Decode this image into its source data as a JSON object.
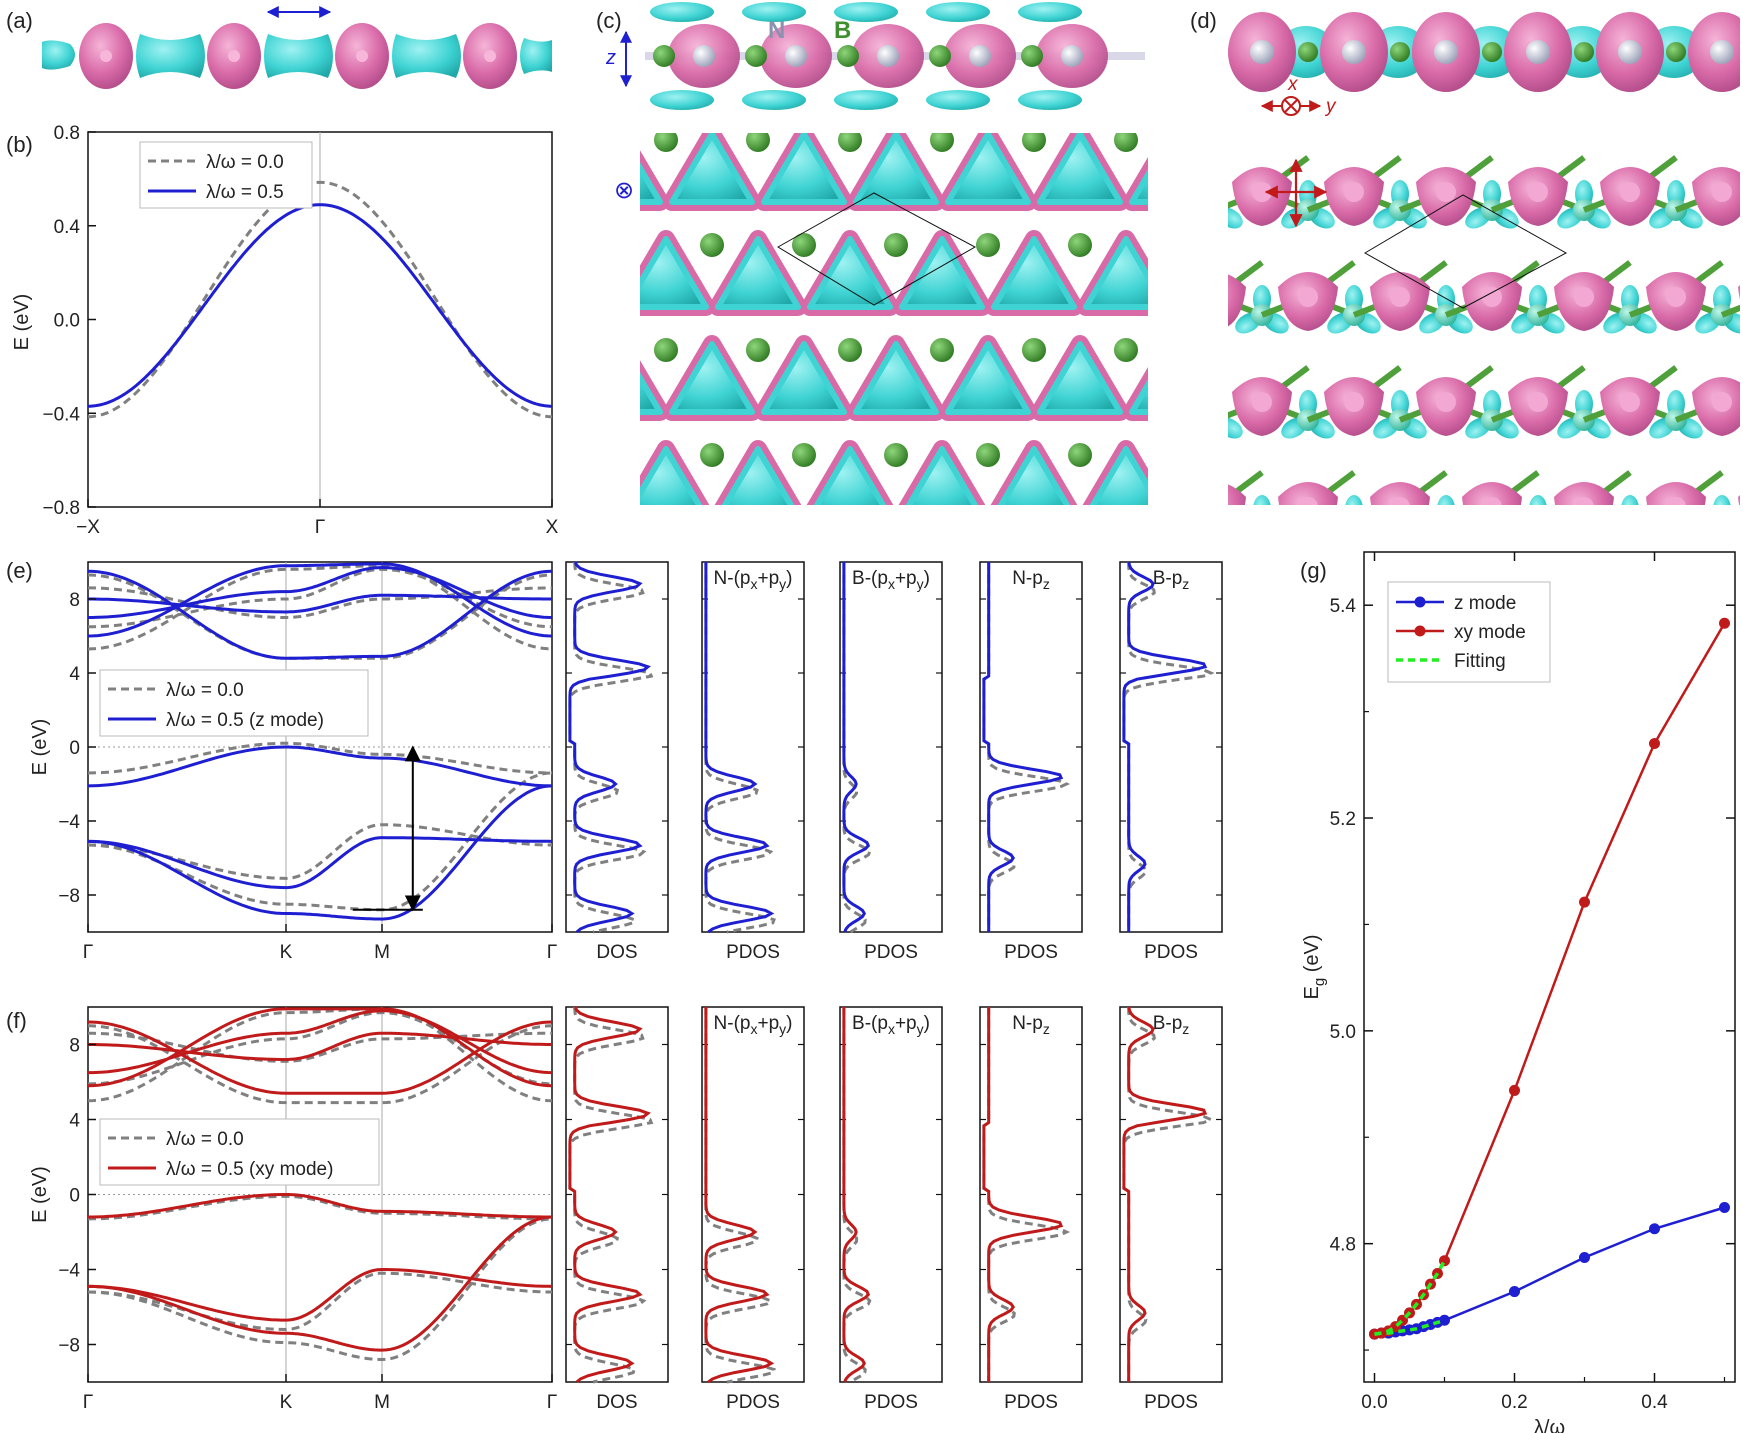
{
  "panels": {
    "a": {
      "label": "(a)"
    },
    "b": {
      "label": "(b)"
    },
    "c": {
      "label": "(c)",
      "atom_n": "N",
      "atom_b": "B",
      "axis_z": "z",
      "into_page": "⊗"
    },
    "d": {
      "label": "(d)",
      "axis_x": "x",
      "axis_y": "y"
    },
    "e": {
      "label": "(e)"
    },
    "f": {
      "label": "(f)"
    },
    "g": {
      "label": "(g)"
    }
  },
  "colors": {
    "blue": "#1f1fd2",
    "red": "#c01a1a",
    "gray": "#808080",
    "green": "#22ee22",
    "pink": "#d96aa8",
    "cyan": "#3fd3d3",
    "bgreen": "#3f8f2f"
  },
  "chart_data": [
    {
      "id": "b",
      "type": "line",
      "xlabel": "",
      "ylabel": "E (eV)",
      "xticks": [
        "−X",
        "Γ",
        "X"
      ],
      "yticks": [
        "0.8",
        "0.4",
        "0.0",
        "−0.4",
        "−0.8"
      ],
      "ylim": [
        -0.8,
        0.8
      ],
      "legend": [
        "λ/ω = 0.0",
        "λ/ω = 0.5"
      ],
      "series": [
        {
          "name": "λ/ω = 0.0",
          "style": "dashed",
          "color": "gray",
          "amplitude": 0.5,
          "offset": 0.085
        },
        {
          "name": "λ/ω = 0.5",
          "style": "solid",
          "color": "blue",
          "amplitude": 0.43,
          "offset": 0.06
        }
      ]
    },
    {
      "id": "e",
      "type": "line",
      "xticks": [
        "Γ",
        "K",
        "M",
        "Γ"
      ],
      "ylabel": "E (eV)",
      "yticks": [
        "8",
        "4",
        "0",
        "−4",
        "−8"
      ],
      "ylim": [
        -10,
        10
      ],
      "legend": [
        "λ/ω = 0.0",
        "λ/ω = 0.5 (z mode)"
      ],
      "bands": {
        "solid": [
          [
            -2.1,
            0.0,
            -0.6,
            -2.1
          ],
          [
            -5.1,
            -7.6,
            -4.9,
            -5.1
          ],
          [
            -5.1,
            -9.0,
            -9.3,
            -2.1
          ],
          [
            9.5,
            4.8,
            4.9,
            9.5
          ],
          [
            8.0,
            7.3,
            8.2,
            8.0
          ],
          [
            7.0,
            8.4,
            9.7,
            7.0
          ],
          [
            6.0,
            9.8,
            9.9,
            6.0
          ]
        ],
        "dashed": [
          [
            -1.4,
            0.2,
            -0.4,
            -1.4
          ],
          [
            -5.3,
            -7.1,
            -4.2,
            -5.3
          ],
          [
            -5.3,
            -8.5,
            -8.8,
            -1.4
          ],
          [
            9.3,
            4.8,
            4.8,
            9.3
          ],
          [
            8.6,
            7.0,
            8.0,
            8.6
          ],
          [
            6.5,
            8.0,
            9.6,
            6.5
          ],
          [
            5.3,
            9.6,
            9.8,
            5.3
          ]
        ]
      },
      "arrow": {
        "x": 0.7,
        "from": -8.8,
        "to": 0.0
      },
      "dos_panels": [
        {
          "label": "",
          "xlabel": "DOS"
        },
        {
          "label": "N-(p",
          "sub1": "x",
          "mid": "+p",
          "sub2": "y",
          "end": ")",
          "xlabel": "PDOS"
        },
        {
          "label": "B-(p",
          "sub1": "x",
          "mid": "+p",
          "sub2": "y",
          "end": ")",
          "xlabel": "PDOS"
        },
        {
          "label": "N-p",
          "sub1": "z",
          "mid": "",
          "sub2": "",
          "end": "",
          "xlabel": "PDOS"
        },
        {
          "label": "B-p",
          "sub1": "z",
          "mid": "",
          "sub2": "",
          "end": "",
          "xlabel": "PDOS"
        }
      ]
    },
    {
      "id": "f",
      "type": "line",
      "xticks": [
        "Γ",
        "K",
        "M",
        "Γ"
      ],
      "ylabel": "E (eV)",
      "yticks": [
        "8",
        "4",
        "0",
        "−4",
        "−8"
      ],
      "ylim": [
        -10,
        10
      ],
      "legend": [
        "λ/ω = 0.0",
        "λ/ω = 0.5 (xy mode)"
      ],
      "bands": {
        "solid": [
          [
            -1.2,
            0.0,
            -0.9,
            -1.2
          ],
          [
            -4.9,
            -6.7,
            -4.0,
            -4.9
          ],
          [
            -4.9,
            -7.4,
            -8.3,
            -1.2
          ],
          [
            9.2,
            5.4,
            5.4,
            9.2
          ],
          [
            8.0,
            7.2,
            8.6,
            8.0
          ],
          [
            6.5,
            8.6,
            9.8,
            6.5
          ],
          [
            5.8,
            9.9,
            9.9,
            5.8
          ]
        ],
        "dashed": [
          [
            -1.3,
            -0.1,
            -1.0,
            -1.3
          ],
          [
            -5.2,
            -7.2,
            -4.2,
            -5.2
          ],
          [
            -5.2,
            -7.9,
            -8.8,
            -1.3
          ],
          [
            9.0,
            4.9,
            4.9,
            9.0
          ],
          [
            8.6,
            7.1,
            8.3,
            8.6
          ],
          [
            5.9,
            8.3,
            9.7,
            5.9
          ],
          [
            5.0,
            9.7,
            9.9,
            5.0
          ]
        ]
      },
      "dos_panels": [
        {
          "label": "",
          "xlabel": "DOS"
        },
        {
          "label": "N-(p",
          "sub1": "x",
          "mid": "+p",
          "sub2": "y",
          "end": ")",
          "xlabel": "PDOS"
        },
        {
          "label": "B-(p",
          "sub1": "x",
          "mid": "+p",
          "sub2": "y",
          "end": ")",
          "xlabel": "PDOS"
        },
        {
          "label": "N-p",
          "sub1": "z",
          "mid": "",
          "sub2": "",
          "end": "",
          "xlabel": "PDOS"
        },
        {
          "label": "B-p",
          "sub1": "z",
          "mid": "",
          "sub2": "",
          "end": "",
          "xlabel": "PDOS"
        }
      ]
    },
    {
      "id": "g",
      "type": "line",
      "xlabel": "λ/ω",
      "ylabel": "E",
      "ylabel_sub": "g",
      "ylabel_end": " (eV)",
      "xlim": [
        -0.015,
        0.515
      ],
      "ylim": [
        4.67,
        5.45
      ],
      "xticks": [
        "0.0",
        "0.2",
        "0.4"
      ],
      "xtick_values": [
        0.0,
        0.2,
        0.4
      ],
      "yticks": [
        "4.8",
        "5.0",
        "5.2",
        "5.4"
      ],
      "ytick_values": [
        4.8,
        5.0,
        5.2,
        5.4
      ],
      "legend": [
        "z mode",
        "xy mode",
        "Fitting"
      ],
      "series": [
        {
          "name": "z mode",
          "color": "blue",
          "x": [
            0.0,
            0.01,
            0.02,
            0.03,
            0.04,
            0.05,
            0.06,
            0.07,
            0.08,
            0.09,
            0.1,
            0.2,
            0.3,
            0.4,
            0.5
          ],
          "y": [
            4.715,
            4.716,
            4.716,
            4.717,
            4.718,
            4.719,
            4.72,
            4.722,
            4.724,
            4.726,
            4.728,
            4.755,
            4.787,
            4.814,
            4.834
          ]
        },
        {
          "name": "xy mode",
          "color": "red",
          "x": [
            0.0,
            0.01,
            0.02,
            0.03,
            0.04,
            0.05,
            0.06,
            0.07,
            0.08,
            0.09,
            0.1,
            0.2,
            0.3,
            0.4,
            0.5
          ],
          "y": [
            4.715,
            4.716,
            4.718,
            4.722,
            4.728,
            4.735,
            4.743,
            4.752,
            4.762,
            4.772,
            4.784,
            4.944,
            5.121,
            5.27,
            5.383
          ]
        },
        {
          "name": "Fitting",
          "color": "green",
          "style": "dashed"
        }
      ]
    }
  ]
}
